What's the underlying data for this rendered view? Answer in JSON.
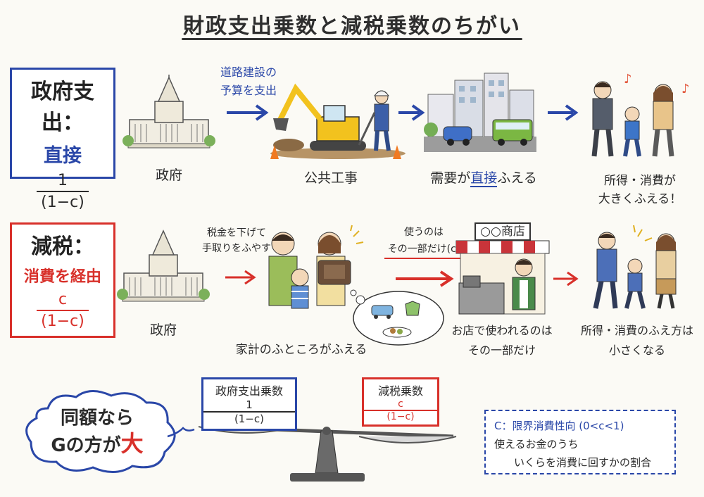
{
  "title": "財政支出乗数と減税乗数のちがい",
  "row1": {
    "box_head": "政府支出：",
    "box_sub": "直接",
    "frac_num": "1",
    "frac_den": "(1−c)",
    "step1_label": "政府",
    "arrow1_line1": "道路建設の",
    "arrow1_line2": "予算を支出",
    "step2_label": "公共工事",
    "step3_label_a": "需要が",
    "step3_label_b": "直接",
    "step3_label_c": "ふえる",
    "step4_line1": "所得・消費が",
    "step4_line2": "大きくふえる！"
  },
  "row2": {
    "box_head": "減税：",
    "box_sub": "消費を経由",
    "frac_num": "c",
    "frac_den": "(1−c)",
    "step1_label": "政府",
    "arrow1_line1": "税金を下げて",
    "arrow1_line2": "手取りをふやす",
    "step2_label": "家計のふところがふえる",
    "arrow2_line1": "使うのは",
    "arrow2_line2": "その一部だけ(c)",
    "shop_sign": "○○商店",
    "step3_line1": "お店で使われるのは",
    "step3_line2": "その一部だけ",
    "step4_line1": "所得・消費のふえ方は",
    "step4_line2": "小さくなる"
  },
  "bottom": {
    "bubble_line1": "同額なら",
    "bubble_line2a": "Gの方が",
    "bubble_line2b": "大",
    "left_plate_title": "政府支出乗数",
    "left_plate_num": "1",
    "left_plate_den": "(1−c)",
    "right_plate_title": "減税乗数",
    "right_plate_num": "c",
    "right_plate_den": "(1−c)",
    "legend_line1": "C：限界消費性向 (0<c<1)",
    "legend_line2": "使えるお金のうち",
    "legend_line3": "いくらを消費に回すかの割合"
  },
  "colors": {
    "blue": "#2a47a8",
    "red": "#d8302a"
  },
  "icons": [
    "government-building-icon",
    "excavator-icon",
    "city-traffic-icon",
    "happy-family-icon",
    "wallet-family-icon",
    "thought-bubble-icon",
    "shop-icon",
    "family-walking-icon",
    "balance-scale-icon",
    "music-note-icon"
  ]
}
